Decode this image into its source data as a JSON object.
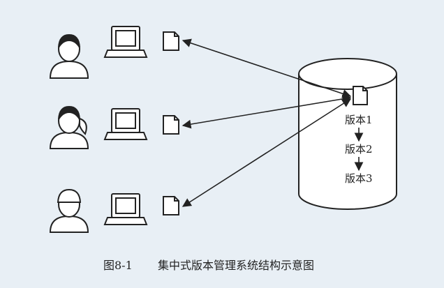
{
  "diagram": {
    "versions": [
      "版本1",
      "版本2",
      "版本3"
    ],
    "caption_number": "图8-1",
    "caption_text": "集中式版本管理系统结构示意图",
    "users": [
      {
        "kind": "short-hair-user"
      },
      {
        "kind": "ponytail-user"
      },
      {
        "kind": "cap-user"
      }
    ]
  },
  "colors": {
    "background": "#e8eff5",
    "line": "#222222",
    "fill": "#ffffff"
  }
}
